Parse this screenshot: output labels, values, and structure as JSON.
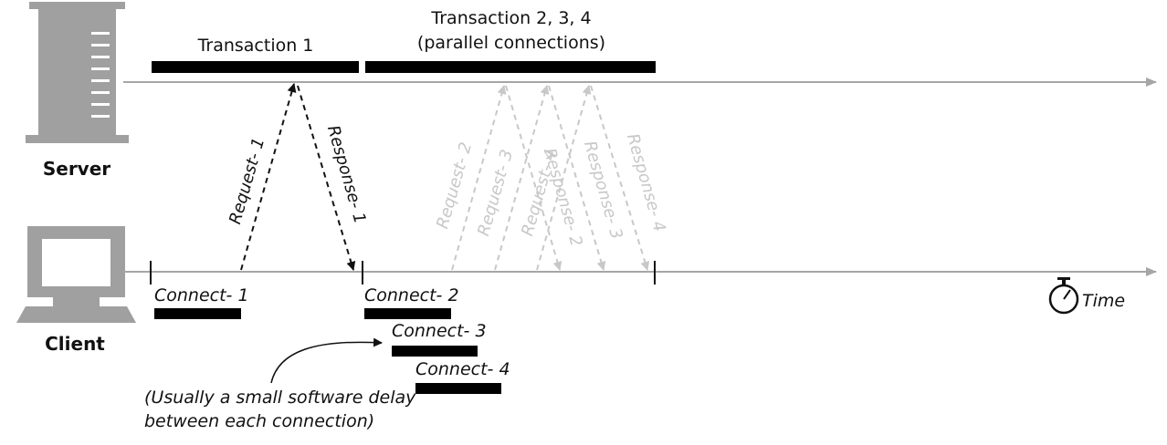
{
  "server": {
    "label": "Server"
  },
  "client": {
    "label": "Client"
  },
  "transaction1": {
    "label": "Transaction 1"
  },
  "transaction234": {
    "line1": "Transaction 2, 3, 4",
    "line2": "(parallel connections)"
  },
  "connections": [
    "Connect- 1",
    "Connect- 2",
    "Connect- 3",
    "Connect- 4"
  ],
  "requests": [
    "Request- 1",
    "Request- 2",
    "Request- 3",
    "Request- 4"
  ],
  "responses": [
    "Response- 1",
    "Response- 2",
    "Response- 3",
    "Response- 4"
  ],
  "time": {
    "label": "Time"
  },
  "note": {
    "line1": "(Usually a small software delay",
    "line2": "between each connection)"
  },
  "colors": {
    "active": "#111111",
    "faded": "#c8c8c8",
    "axis": "#a6a6a6",
    "icon": "#a0a0a0"
  }
}
